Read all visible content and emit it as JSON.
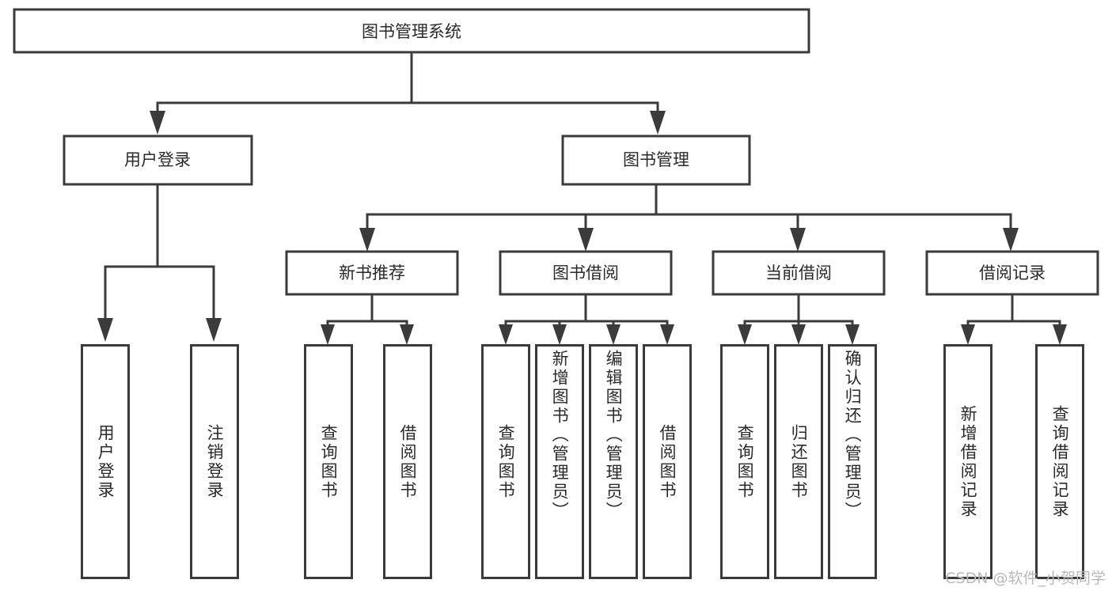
{
  "diagram": {
    "type": "tree",
    "title": "图书管理系统",
    "root": {
      "label": "图书管理系统",
      "level": 0
    },
    "level1": [
      {
        "label": "用户登录"
      },
      {
        "label": "图书管理"
      }
    ],
    "level2": [
      {
        "label": "新书推荐",
        "parent": "图书管理"
      },
      {
        "label": "图书借阅",
        "parent": "图书管理"
      },
      {
        "label": "当前借阅",
        "parent": "图书管理"
      },
      {
        "label": "借阅记录",
        "parent": "图书管理"
      }
    ],
    "leaves": {
      "user_login": [
        {
          "label": "用户登录"
        },
        {
          "label": "注销登录"
        }
      ],
      "new_book_recommend": [
        {
          "label": "查询图书"
        },
        {
          "label": "借阅图书"
        }
      ],
      "book_borrow": [
        {
          "label": "查询图书"
        },
        {
          "label": "新增图书（管理员）"
        },
        {
          "label": "编辑图书（管理员）"
        },
        {
          "label": "借阅图书"
        }
      ],
      "current_borrow": [
        {
          "label": "查询图书"
        },
        {
          "label": "归还图书"
        },
        {
          "label": "确认归还（管理员）"
        }
      ],
      "borrow_record": [
        {
          "label": "新增借阅记录"
        },
        {
          "label": "查询借阅记录"
        }
      ]
    }
  },
  "watermark": {
    "text": "CSDN @软件_小贺同学"
  },
  "colors": {
    "stroke": "#3b3b3b",
    "text": "#2a2a2a",
    "background": "#ffffff",
    "watermark": "#b9b9b9"
  }
}
